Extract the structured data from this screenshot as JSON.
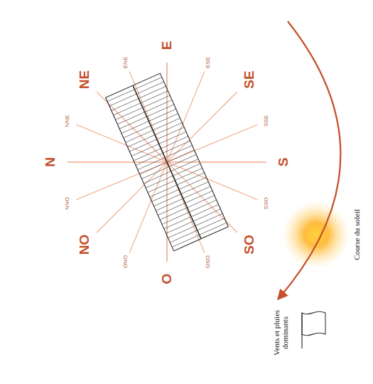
{
  "diagram": {
    "labels": [
      "N",
      "NNE",
      "NE",
      "ENE",
      "E",
      "ESE",
      "SE",
      "SSE",
      "S",
      "SSO",
      "SO",
      "OSO",
      "O",
      "ONO",
      "NO",
      "NNO",
      "Course du soleil",
      "Vents et pluies dominants"
    ]
  }
}
